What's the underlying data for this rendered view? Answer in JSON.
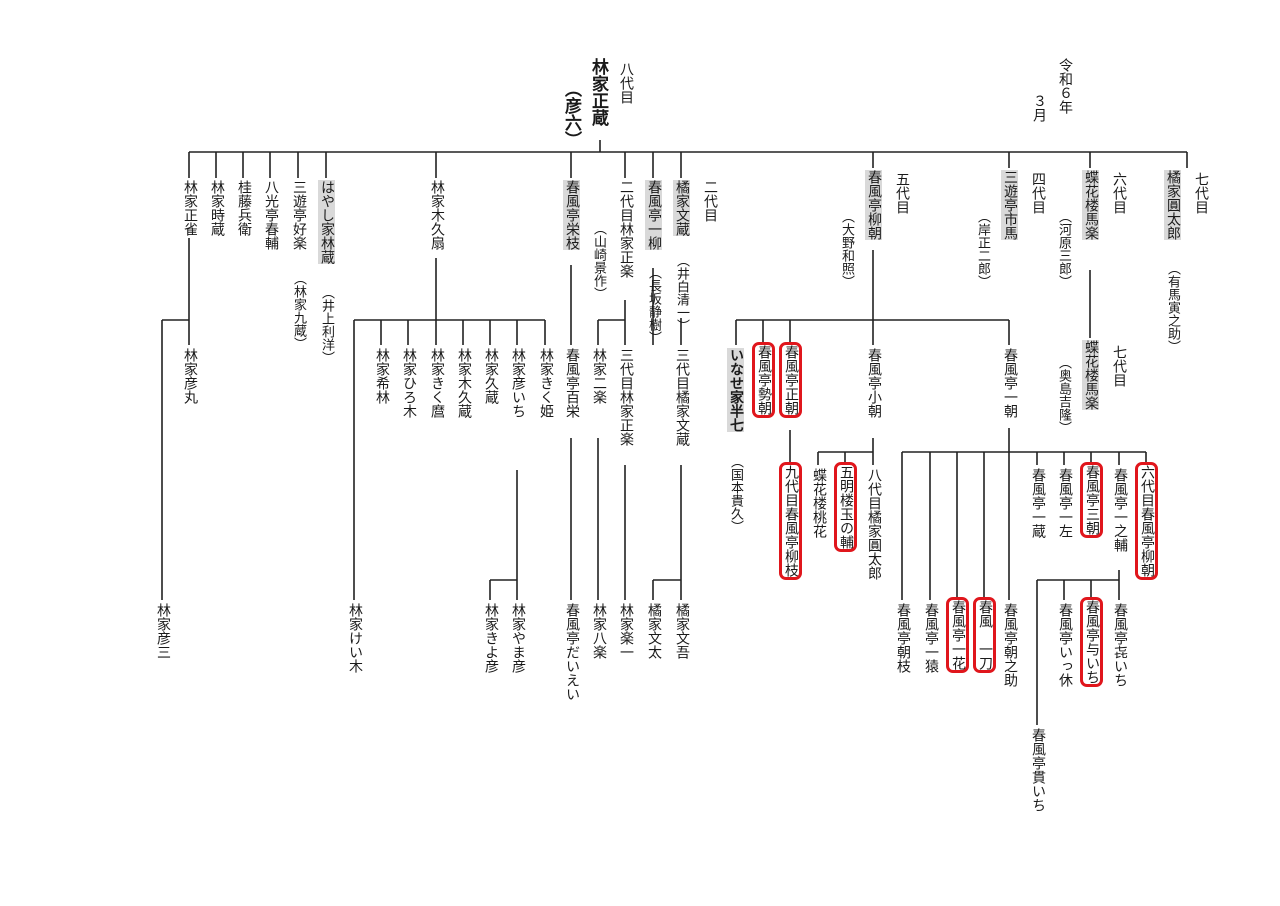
{
  "header": {
    "date_era": "令和６年",
    "date_month": "３月",
    "root_generation": "八代目",
    "root_name": "林家正蔵",
    "root_real_name": "（彦六）"
  },
  "names": {
    "hayashiya_masasuzume": "林家正雀",
    "hayashiya_tokizo": "林家時蔵",
    "katsurafuji_hyoe": "桂藤兵衛",
    "hakkotei_haruho": "八光亭春輔",
    "sanyutei_koraku": "三遊亭好楽",
    "sanyutei_koraku_real": "（林家九蔵）",
    "hayashi_karinzo": "はやし家林蔵",
    "hayashi_karinzo_real": "（井上利洋）",
    "hayashiya_kikusen": "林家木久扇",
    "shunputei_eishi": "春風亭栄枝",
    "nidaime_rakuzo_gen": "二代目",
    "nidaime_hayashiya_masara": "二代目林家正楽",
    "masara_real": "（山崎景作）",
    "shunputei_ichiryu": "春風亭一柳",
    "ichiryu_real": "（長坂静樹）",
    "tachibanaya_bunzo": "橘家文蔵",
    "bunzo_real": "（井白清一）",
    "bunzo_gen": "二代目",
    "shunputei_ryucho_gen": "五代目",
    "shunputei_ryucho": "春風亭柳朝",
    "ryucho_real": "（大野和照）",
    "sanyutei_ichiba_gen": "四代目",
    "sanyutei_ichiba": "三遊亭市馬",
    "ichiba_real": "（岸正二郎）",
    "chokaro_bataku_gen": "六代目",
    "chokaro_bataku": "蝶花楼馬楽",
    "bataku_real": "（河原三郎）",
    "tachibanaya_entaro_gen": "七代目",
    "tachibanaya_entaro": "橘家圓太郎",
    "entaro_real": "（有馬寅之助）",
    "hayashiya_hikomaru": "林家彦丸",
    "hayashiya_hikozo": "林家彦三",
    "hayashiya_kirin": "林家希林",
    "hayashiya_hiroki": "林家ひろ木",
    "hayashiya_kikureki": "林家きく麿",
    "hayashiya_kikukyuzo": "林家木久蔵",
    "hayashiya_kyuzo": "林家久蔵",
    "hayashiya_hikoichi": "林家彦いち",
    "hayashiya_kikuhime": "林家きく姫",
    "hayashiya_keiki": "林家けい木",
    "hayashiya_yamahiko": "林家やま彦",
    "hayashiya_kiyohiko": "林家きよ彦",
    "shunputei_hyakuei": "春風亭百栄",
    "shunputei_daiei": "春風亭だいえい",
    "hayashiya_niraku": "林家二楽",
    "hayashiya_hachiraku": "林家八楽",
    "sandaime_masara": "三代目林家正楽",
    "hayashiya_rakuichi": "林家楽一",
    "sandaime_bunzo": "三代目橘家文蔵",
    "tachibanaya_bunta": "橘家文太",
    "tachibanaya_bungo": "橘家文吾",
    "inase_hanshichi": "いなせ家半七",
    "hanshichi_real": "（国本貴久）",
    "shunputei_seicho": "春風亭勢朝",
    "shunputei_shocho": "春風亭正朝",
    "kyudaime_ryushi": "九代目春風亭柳枝",
    "shunputei_kocho": "春風亭小朝",
    "chokaro_toka": "蝶花楼桃花",
    "gomeiro_tamanosuke": "五明楼玉の輔",
    "hachidaime_entaro": "八代目橘家圓太郎",
    "shunputei_ichicho": "春風亭一朝",
    "shunputei_ichizo": "春風亭一蔵",
    "shunputei_ichisa": "春風亭一左",
    "shunputei_sancho": "春風亭三朝",
    "shunputei_ichinosuke": "春風亭一之輔",
    "rokudaime_ryucho": "六代目春風亭柳朝",
    "shunputei_choshi": "春風亭朝枝",
    "shunputei_ichien": "春風亭一猿",
    "shunputei_ikka": "春風亭一花",
    "shunpu_itto": "春風　一刀",
    "shunputei_asanosuke": "春風亭朝之助",
    "shunputei_ikkyu": "春風亭いっ休",
    "shunputei_yoichi": "春風亭与いち",
    "shunputei_kiichi": "春風亭㐂いち",
    "shunputei_kanichi": "春風亭貫いち",
    "nanadaime_gen": "七代目",
    "nanadaime_bataku": "蝶花楼馬楽",
    "nanadaime_bataku_real": "（奥島吉隆）"
  },
  "colors": {
    "highlight": "#e0161c",
    "shade": "#d9d9d9",
    "line": "#222222"
  }
}
